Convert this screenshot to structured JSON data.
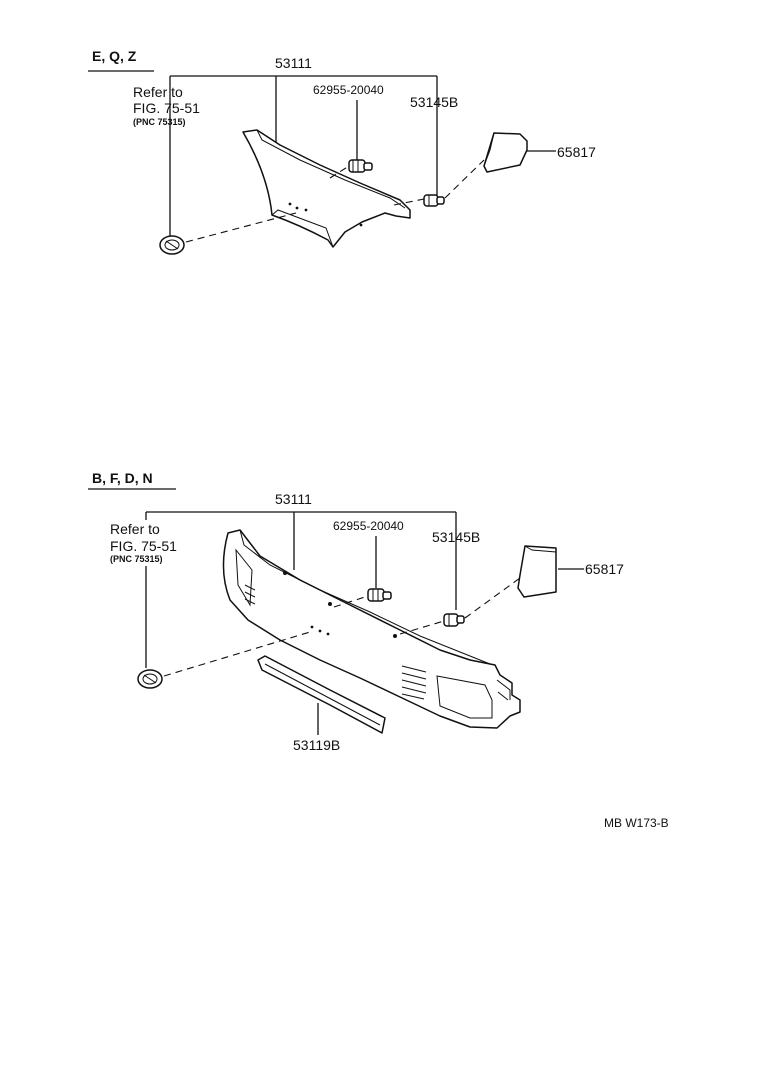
{
  "sections": [
    {
      "variant": "E, Q, Z",
      "parts": {
        "grille": "53111",
        "clip": "62955-20040",
        "retainer": "53145B",
        "emblem_cover": "65817"
      },
      "refer": {
        "line1": "Refer to",
        "line2": "FIG. 75-51",
        "line3": "(PNC 75315)"
      }
    },
    {
      "variant": "B, F, D, N",
      "parts": {
        "grille": "53111",
        "clip": "62955-20040",
        "retainer": "53145B",
        "emblem_cover": "65817",
        "moulding": "53119B"
      },
      "refer": {
        "line1": "Refer to",
        "line2": "FIG. 75-51",
        "line3": "(PNC 75315)"
      }
    }
  ],
  "figure_code": "MB W173-B"
}
